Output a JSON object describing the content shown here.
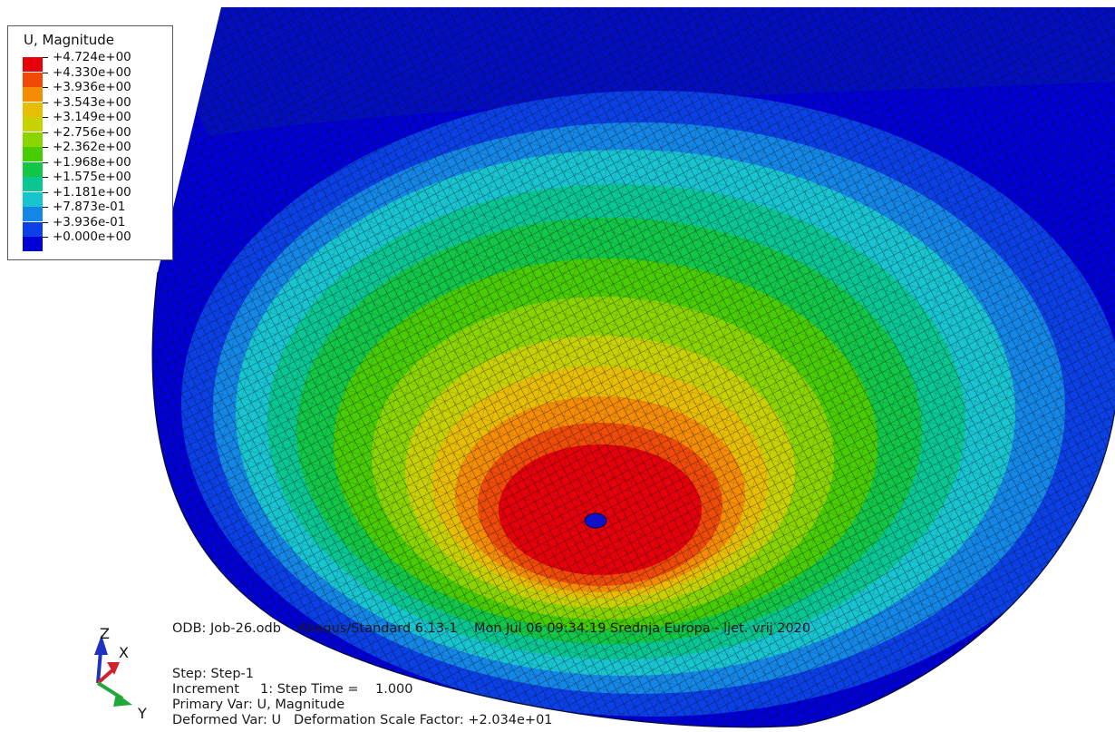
{
  "legend": {
    "title": "U, Magnitude",
    "levels": [
      {
        "label": "+4.724e+00",
        "color": "#e6000a"
      },
      {
        "label": "+4.330e+00",
        "color": "#ef4a08"
      },
      {
        "label": "+3.936e+00",
        "color": "#f48c06"
      },
      {
        "label": "+3.543e+00",
        "color": "#e8be04"
      },
      {
        "label": "+3.149e+00",
        "color": "#c8d202"
      },
      {
        "label": "+2.756e+00",
        "color": "#8ad400"
      },
      {
        "label": "+2.362e+00",
        "color": "#48cc04"
      },
      {
        "label": "+1.968e+00",
        "color": "#12c648"
      },
      {
        "label": "+1.575e+00",
        "color": "#0ac692"
      },
      {
        "label": "+1.181e+00",
        "color": "#18c4d0"
      },
      {
        "label": "+7.873e-01",
        "color": "#1486e6"
      },
      {
        "label": "+3.936e-01",
        "color": "#0a40e6"
      },
      {
        "label": "+0.000e+00",
        "color": "#0000d6"
      }
    ]
  },
  "info": {
    "odb_line": "ODB: Job-26.odb    Abaqus/Standard 6.13-1    Mon Jul 06 09:34:19 Srednja Europa - ljet. vrij 2020",
    "step_line": "Step: Step-1",
    "increment_line": "Increment     1: Step Time =    1.000",
    "primary_var_line": "Primary Var: U, Magnitude",
    "deformed_var_line": "Deformed Var: U   Deformation Scale Factor: +2.034e+01"
  },
  "triad": {
    "x_label": "X",
    "y_label": "Y",
    "z_label": "Z"
  },
  "colors": {
    "background": "#ffffff",
    "mesh_lines": "#0a0a14",
    "x_axis": "#d0202a",
    "y_axis": "#22a83a",
    "z_axis": "#2030c0"
  }
}
